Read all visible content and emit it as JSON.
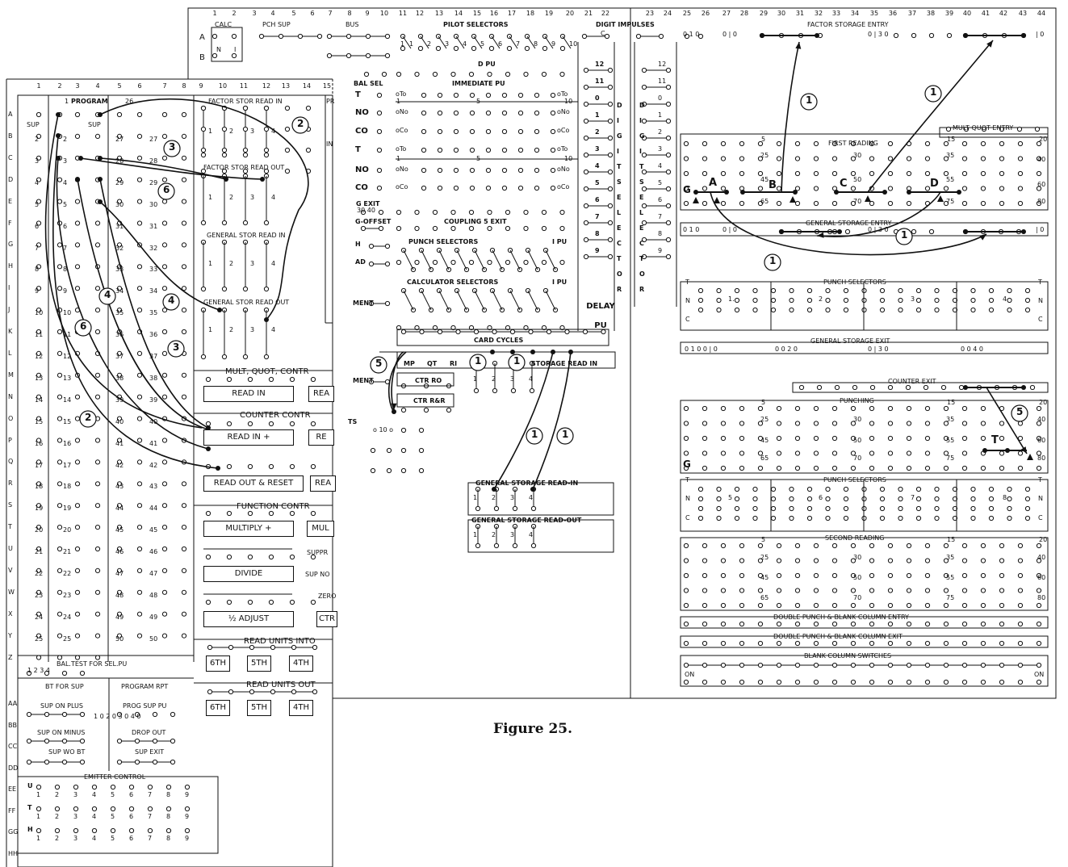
{
  "figure": {
    "caption": "Figure 25."
  },
  "right_board": {
    "column_numbers": [
      "1",
      "2",
      "3",
      "4",
      "5",
      "6",
      "7",
      "8",
      "9",
      "10",
      "11",
      "12",
      "13",
      "14",
      "15",
      "16",
      "17",
      "18",
      "19",
      "20",
      "21",
      "22",
      "23",
      "24",
      "25",
      "26",
      "27",
      "28",
      "29",
      "30",
      "31",
      "32",
      "33",
      "34",
      "35",
      "36",
      "37",
      "38",
      "39",
      "40",
      "41",
      "42",
      "43",
      "44"
    ],
    "row_letters": [
      "A",
      "B"
    ],
    "hubs_top": {
      "calc": "CALC",
      "pch_sup": "PCH SUP",
      "bus": "BUS",
      "pilot": "PILOT SELECTORS",
      "digit_impulses": "DIGIT IMPULSES",
      "factor_entry": "FACTOR STORAGE ENTRY",
      "n": "N",
      "i": "I",
      "c": "C"
    },
    "labels": {
      "d_pu": "D PU",
      "bal_sel": "BAL SEL",
      "immediate_pu": "IMMEDIATE PU",
      "digit_selector": "DIGIT SELECTOR",
      "g_exit": "G EXIT",
      "g_offset": "G-OFFSET",
      "coupling_exit": "COUPLING 5 EXIT",
      "punch_selectors": "PUNCH SELECTORS",
      "calc_selectors": "CALCULATOR SELECTORS",
      "i_pu": "I PU",
      "delay_pu": "DELAY PU",
      "card_cycles": "CARD CYCLES",
      "ment": "MENT",
      "mp": "MP",
      "qt": "QT",
      "ri": "RI",
      "ctr_ro": "CTR RO",
      "ctr_rr": "CTR R&R",
      "storage_read_in": "STORAGE READ IN",
      "gen_read_in": "GENERAL STORAGE READ-IN",
      "gen_read_out": "GENERAL STORAGE READ-OUT",
      "mult_quot_entry": "MULT QUOT ENTRY",
      "first_reading": "FIRST READING",
      "gen_storage_entry": "GENERAL STORAGE ENTRY",
      "punch_sel_right": "PUNCH SELECTORS",
      "gen_storage_exit": "GENERAL STORAGE EXIT",
      "counter_exit": "COUNTER EXIT",
      "punching": "PUNCHING",
      "punch_sel_right2": "PUNCH SELECTORS",
      "second_reading": "SECOND READING",
      "dp_entry": "DOUBLE PUNCH & BLANK COLUMN ENTRY",
      "dp_exit": "DOUBLE PUNCH & BLANK COLUMN EXIT",
      "blank_switches": "BLANK COLUMN SWITCHES",
      "on": "ON",
      "ts": "TS",
      "t": "T",
      "n": "N",
      "c": "C",
      "g": "G"
    },
    "digit_rows": [
      "12",
      "11",
      "0",
      "1",
      "2",
      "3",
      "4",
      "5",
      "6",
      "7",
      "8",
      "9"
    ],
    "tnoc": [
      "T",
      "N",
      "O",
      "C",
      "O",
      "T",
      "N",
      "O",
      "C",
      "O"
    ],
    "scale_marks": [
      "5",
      "15",
      "20",
      "25",
      "30",
      "35",
      "40",
      "45",
      "50",
      "55",
      "60",
      "65",
      "70",
      "75",
      "80"
    ],
    "point_labels": [
      "A",
      "B",
      "C",
      "D",
      "T"
    ],
    "punch_sel_nums": [
      "1",
      "2",
      "3",
      "4",
      "5",
      "6",
      "7",
      "8"
    ],
    "entry_nums": [
      "1",
      "2",
      "3",
      "4",
      "10",
      "20",
      "30",
      "40"
    ],
    "pilot_nums": [
      "1",
      "2",
      "3",
      "4",
      "5",
      "6",
      "7",
      "8",
      "9",
      "10"
    ],
    "card_cycle_nums": [
      "1",
      "2",
      "3",
      "4"
    ]
  },
  "left_board": {
    "column_numbers": [
      "1",
      "2",
      "3",
      "4",
      "5",
      "6",
      "7",
      "8",
      "9",
      "10",
      "11",
      "12",
      "13",
      "14",
      "15"
    ],
    "row_letters": [
      "A",
      "B",
      "C",
      "D",
      "E",
      "F",
      "G",
      "H",
      "I",
      "J",
      "K",
      "L",
      "M",
      "N",
      "O",
      "P",
      "Q",
      "R",
      "S",
      "T",
      "U",
      "V",
      "W",
      "X",
      "Y",
      "Z",
      "AA",
      "BB",
      "CC",
      "DD",
      "EE",
      "FF",
      "GG",
      "HH"
    ],
    "program": "PROGRAM",
    "program_first": "1",
    "program_last": "26",
    "sup": "SUP",
    "program_nums_a": [
      "2",
      "3",
      "4",
      "5",
      "6",
      "7",
      "8",
      "9",
      "10",
      "11",
      "12",
      "13",
      "14",
      "15",
      "16",
      "17",
      "18",
      "19",
      "20",
      "21",
      "22",
      "23",
      "24",
      "25"
    ],
    "program_nums_b": [
      "27",
      "28",
      "29",
      "30",
      "31",
      "32",
      "33",
      "34",
      "35",
      "36",
      "37",
      "38",
      "39",
      "40",
      "41",
      "42",
      "43",
      "44",
      "45",
      "46",
      "47",
      "48",
      "49",
      "50"
    ],
    "labels": {
      "factor_read_in": "FACTOR STOR READ IN",
      "factor_read_out": "FACTOR STOR READ OUT",
      "general_read_in": "GENERAL STOR READ IN",
      "general_read_out": "GENERAL STOR READ OUT",
      "pr": "PR",
      "in": "IN",
      "mult_quot": "MULT, QUOT, CONTR",
      "read_in": "READ IN",
      "counter_contr": "COUNTER CONTR",
      "read_in_plus": "READ IN +",
      "read_out_reset": "READ OUT & RESET",
      "function_contr": "FUNCTION CONTR",
      "multiply_plus": "MULTIPLY +",
      "divide": "DIVIDE",
      "half_adjust": "½ ADJUST",
      "read_units_into": "READ UNITS INTO",
      "read_units_out": "READ UNITS OUT",
      "sixth": "6TH",
      "fifth": "5TH",
      "fourth": "4TH",
      "bal_test": "BAL.TEST FOR SEL.PU",
      "bt_for_sup": "BT FOR SUP",
      "program_rpt": "PROGRAM RPT",
      "sup_on_plus": "SUP ON PLUS",
      "prog_sup_pu": "PROG SUP PU",
      "sup_on_minus": "SUP ON MINUS",
      "drop_out": "DROP OUT",
      "sup_wo_bt": "SUP WO BT",
      "sup_exit": "SUP EXIT",
      "emitter_control": "EMITTER CONTROL",
      "rea": "REA",
      "re": "RE",
      "mul": "MUL",
      "suppr": "SUPPR",
      "sup_no": "SUP NO",
      "zero": "ZERO",
      "ctr": "CTR"
    },
    "emitter_rows": [
      "U",
      "T",
      "H"
    ],
    "emitter_nums": [
      "1",
      "2",
      "3",
      "4",
      "5",
      "6",
      "7",
      "8",
      "9"
    ],
    "stor_nums": [
      "1",
      "2",
      "3",
      "4"
    ],
    "bal_nums": [
      "1",
      "2",
      "3",
      "4"
    ]
  },
  "callouts": {
    "right": [
      "1",
      "1",
      "1",
      "1",
      "1",
      "1",
      "1",
      "1",
      "5",
      "5"
    ],
    "left": [
      "2",
      "3",
      "6",
      "4",
      "4",
      "6",
      "3",
      "2"
    ]
  }
}
